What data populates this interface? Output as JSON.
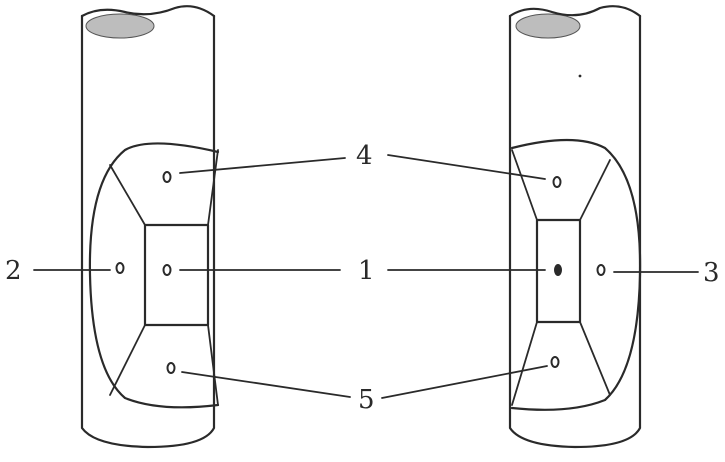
{
  "labels": {
    "center": "1",
    "left_outer": "2",
    "right_outer": "3",
    "top": "4",
    "bottom": "5"
  }
}
